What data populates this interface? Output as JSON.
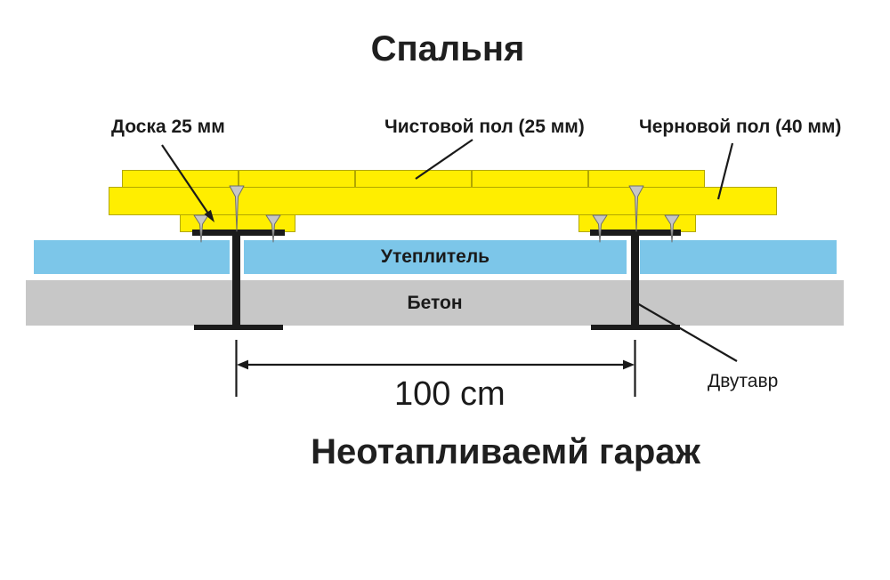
{
  "titles": {
    "top": "Спальня",
    "bottom": "Неотапливаемй гараж"
  },
  "labels": {
    "board": "Доска 25 мм",
    "finish_floor": "Чистовой пол (25 мм)",
    "subfloor": "Черновой пол (40 мм)",
    "insulation": "Утеплитель",
    "concrete": "Бетон",
    "ibeam": "Двутавр",
    "dimension": "100 cm"
  },
  "colors": {
    "wood_yellow": "#ffee00",
    "wood_border": "#b2a700",
    "insulation_blue": "#7cc6e9",
    "concrete_gray": "#c7c7c7",
    "steel_black": "#1b1b1b",
    "nail_gray": "#c6c6c6",
    "nail_outline": "#6e6e6e"
  }
}
